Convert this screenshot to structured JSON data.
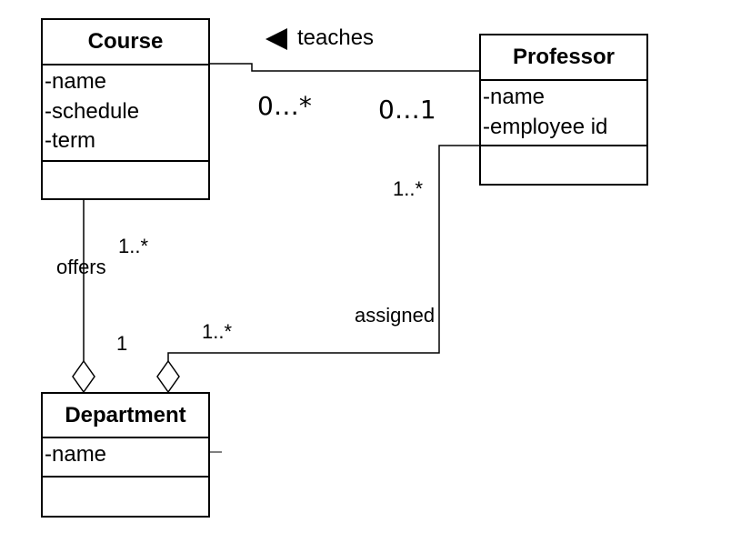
{
  "classes": {
    "course": {
      "name": "Course",
      "attributes": [
        "-name",
        "-schedule",
        "-term"
      ]
    },
    "professor": {
      "name": "Professor",
      "attributes": [
        "-name",
        "-employee id"
      ]
    },
    "department": {
      "name": "Department",
      "attributes": [
        "-name"
      ]
    }
  },
  "associations": {
    "teaches": {
      "label": "teaches",
      "course_multiplicity": "0…*",
      "professor_multiplicity": "0…1"
    },
    "offers": {
      "label": "offers",
      "course_multiplicity": "1..*",
      "department_multiplicity": "1"
    },
    "assigned": {
      "label": "assigned",
      "professor_multiplicity": "1..*",
      "department_multiplicity": "1..*"
    }
  }
}
